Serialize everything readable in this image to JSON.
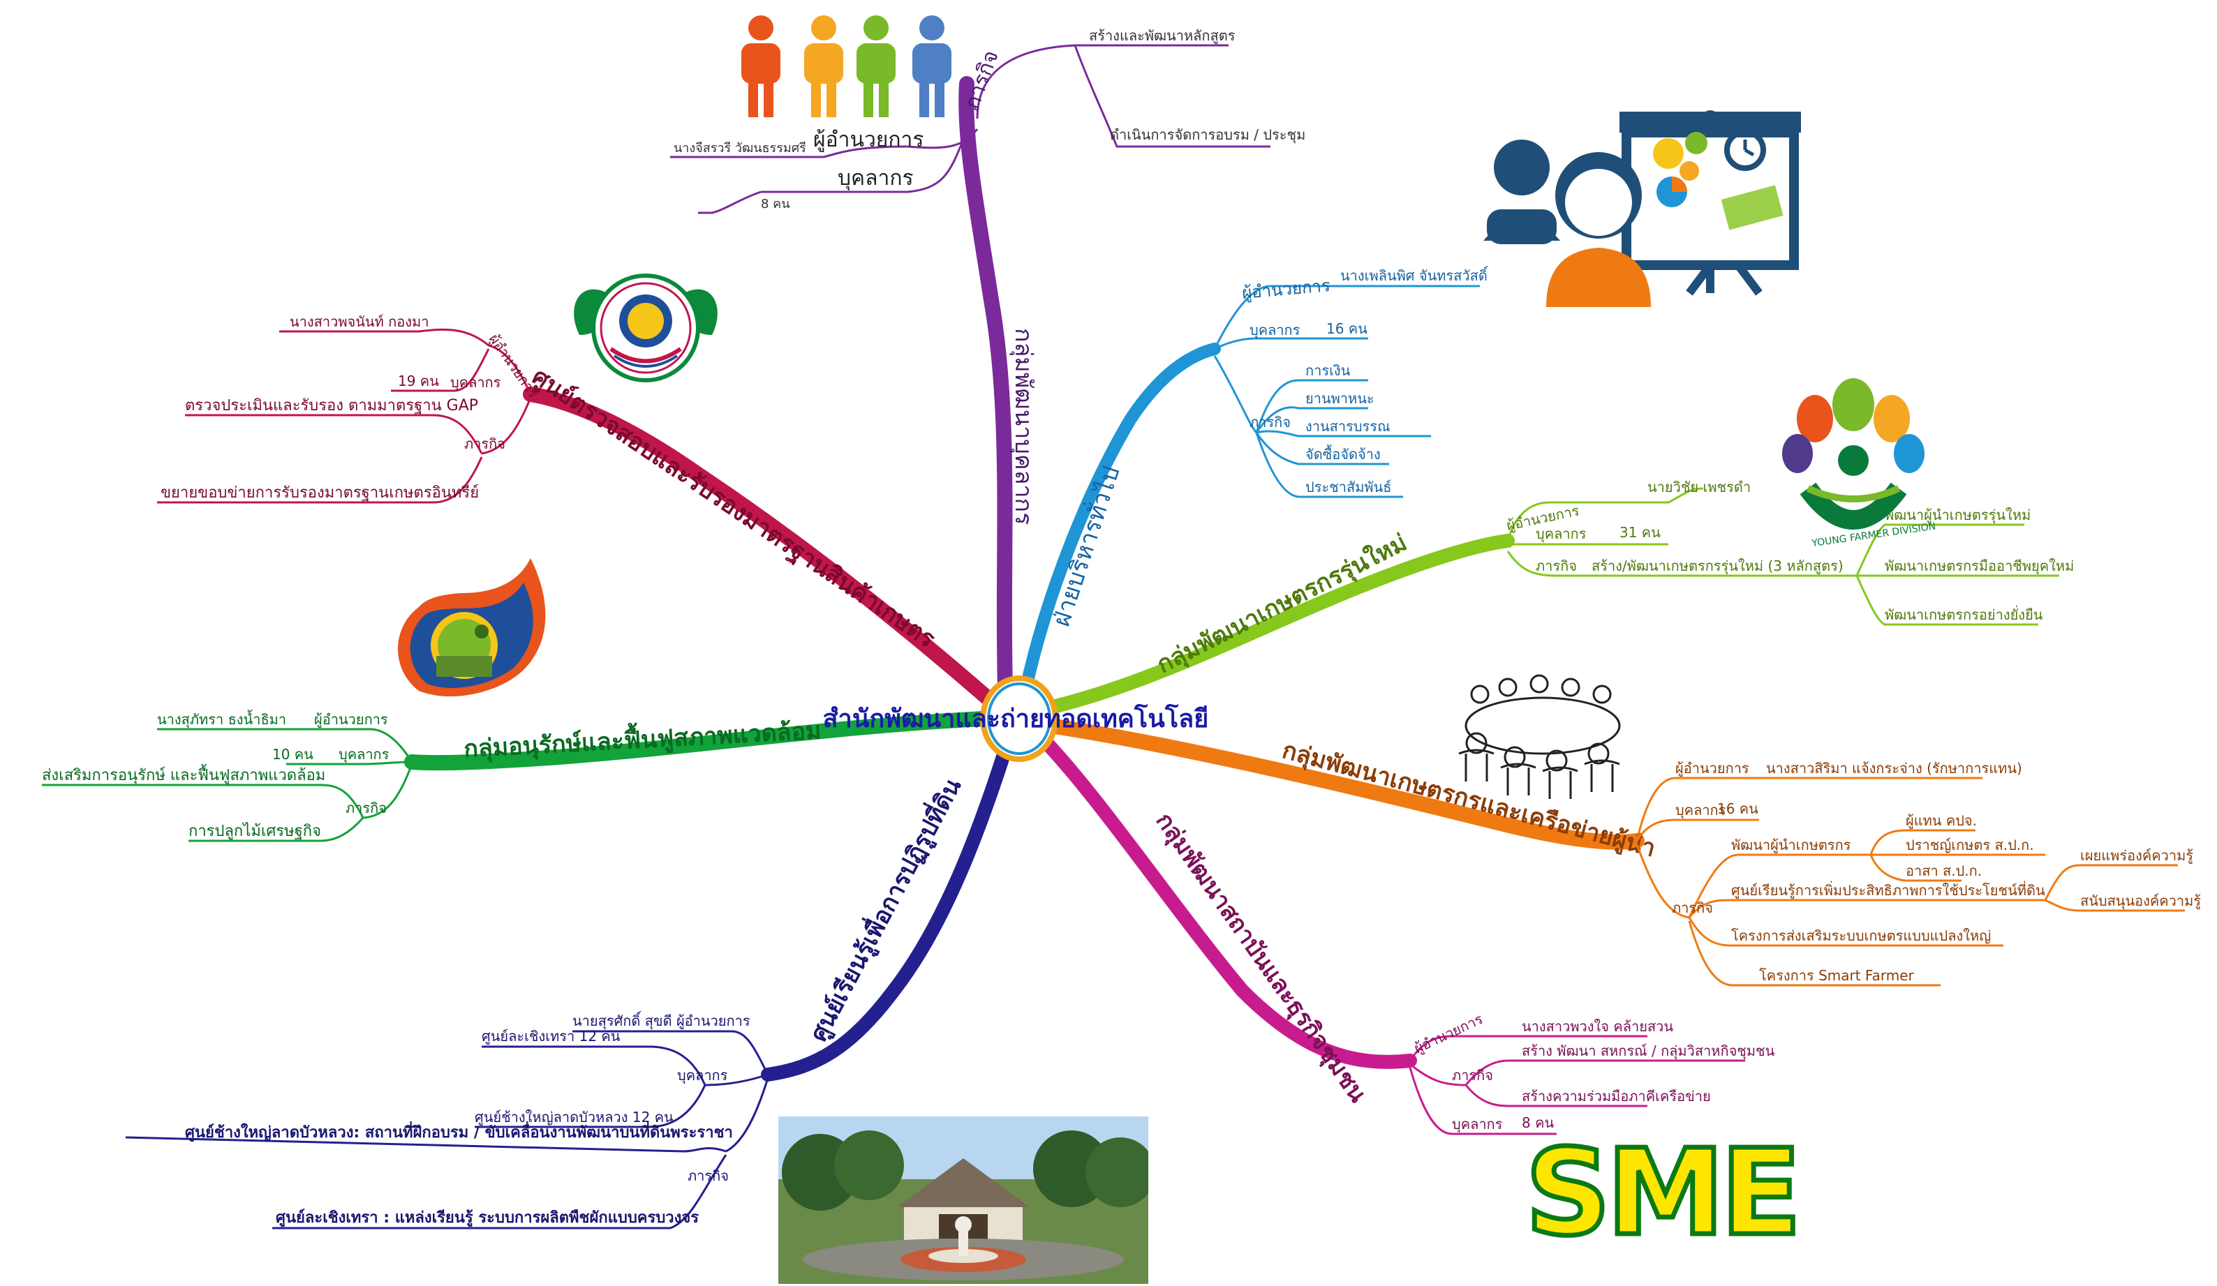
{
  "center": "สำนักพัฒนาและถ่ายทอดเทคโนโลยี",
  "colors": {
    "purple": "#7a2a9a",
    "blue": "#1f95d6",
    "lime": "#86c81c",
    "orange": "#f07a12",
    "magenta": "#c81c8e",
    "navy": "#24208f",
    "green": "#12a33a",
    "crimson": "#c0164a",
    "center_text": "#1a1aa8"
  },
  "hr": {
    "label": "กลุ่มพัฒนาบุคลากร",
    "mission_label": "ภารกิจ",
    "missions": [
      "สร้างและพัฒนาหลักสูตร",
      "ดำเนินการจัดการอบรม / ประชุม"
    ],
    "director_label": "ผู้อำนวยการ",
    "director": "นางจีสรวรี วัฒนธรรมศรี",
    "staff_label": "บุคลากร",
    "staff_count": "8 คน"
  },
  "general": {
    "label": "ฝ่ายบริหารทั่วไป",
    "director_label": "ผู้อำนวยการ",
    "director": "นางเพลินพิศ จันทรสวัสดิ์",
    "staff_label": "บุคลากร",
    "staff_count": "16 คน",
    "mission_label": "ภารกิจ",
    "missions": [
      "การเงิน",
      "ยานพาหนะ",
      "งานสารบรรณ",
      "จัดซื้อจัดจ้าง",
      "ประชาสัมพันธ์"
    ]
  },
  "newgen": {
    "label": "กลุ่มพัฒนาเกษตรกรรุ่นใหม่",
    "director_label": "ผู้อำนวยการ",
    "director": "นายวิชัย เพชรดำ",
    "staff_label": "บุคลากร",
    "staff_count": "31 คน",
    "mission_label": "ภารกิจ",
    "mission_main": "สร้าง/พัฒนาเกษตรกรรุ่นใหม่ (3 หลักสูตร)",
    "courses": [
      "พัฒนาผู้นำเกษตรรุ่นใหม่",
      "พัฒนาเกษตรกรมืออาชีพยุคใหม่",
      "พัฒนาเกษตรกรอย่างยั่งยืน"
    ],
    "logo_text": "YOUNG FARMER DIVISION"
  },
  "network": {
    "label": "กลุ่มพัฒนาเกษตรกรและเครือข่ายผู้นำ",
    "director_label": "ผู้อำนวยการ",
    "director": "นางสาวสิริมา แจ้งกระจ่าง (รักษาการแทน)",
    "staff_label": "บุคลากร",
    "staff_count": "16 คน",
    "mission_label": "ภารกิจ",
    "dev_label": "พัฒนาผู้นำเกษตรกร",
    "dev_items": [
      "ผู้แทน คปจ.",
      "ปราชญ์เกษตร ส.ป.ก.",
      "อาสา ส.ป.ก."
    ],
    "center_label": "ศูนย์เรียนรู้การเพิ่มประสิทธิภาพการใช้ประโยชน์ที่ดิน",
    "center_items": [
      "เผยแพร่องค์ความรู้",
      "สนับสนุนองค์ความรู้"
    ],
    "projects": [
      "โครงการส่งเสริมระบบเกษตรแบบแปลงใหญ่",
      "โครงการ Smart Farmer"
    ]
  },
  "community": {
    "label": "กลุ่มพัฒนาสถาบันและธุรกิจชุมชน",
    "director_label": "ผู้อำนวยการ",
    "director": "นางสาวพวงใจ คล้ายสวน",
    "mission_label": "ภารกิจ",
    "missions": [
      "สร้าง พัฒนา สหกรณ์ / กลุ่มวิสาหกิจชุมชน",
      "สร้างความร่วมมือภาคีเครือข่าย"
    ],
    "staff_label": "บุคลากร",
    "staff_count": "8 คน",
    "sme": "SME"
  },
  "reform": {
    "label": "ศูนย์เรียนรู้เพื่อการปฏิรูปที่ดิน",
    "director": "นายสุรศักดิ์ สุขดี ผู้อำนวยการ",
    "staff_label": "บุคลากร",
    "staff": [
      "ศูนย์ละเชิงเทรา 12 คน",
      "ศูนย์ช้างใหญ่ลาดบัวหลวง 12 คน"
    ],
    "mission_label": "ภารกิจ",
    "missions": [
      "ศูนย์ช้างใหญ่ลาดบัวหลวง: สถานที่ฝึกอบรม / ขับเคลื่อนงานพัฒนาบนที่ดินพระราชา",
      "ศูนย์ละเชิงเทรา : แหล่งเรียนรู้ ระบบการผลิตพืชผักแบบครบวงจร"
    ]
  },
  "env": {
    "label": "กลุ่มอนุรักษ์และฟื้นฟูสภาพแวดล้อม",
    "director_label": "ผู้อำนวยการ",
    "director": "นางสุภัทรา ธงน้ำธิมา",
    "staff_label": "บุคลากร",
    "staff_count": "10 คน",
    "mission_label": "ภารกิจ",
    "missions": [
      "ส่งเสริมการอนุรักษ์ และฟื้นฟูสภาพแวดล้อม",
      "การปลูกไม้เศรษฐกิจ"
    ]
  },
  "gap": {
    "label": "ศูนย์ตรวจสอบและรับรองมาตรฐานสินค้าเกษตร",
    "director_label": "ผู้อำนวยการ",
    "director": "นางสาวพจนันท์ กองมา",
    "staff_label": "บุคลากร",
    "staff_count": "19 คน",
    "mission_label": "ภารกิจ",
    "missions": [
      "ตรวจประเมินและรับรอง ตามมาตรฐาน GAP",
      "ขยายขอบข่ายการรับรองมาตรฐานเกษตรอินทรีย์"
    ]
  }
}
